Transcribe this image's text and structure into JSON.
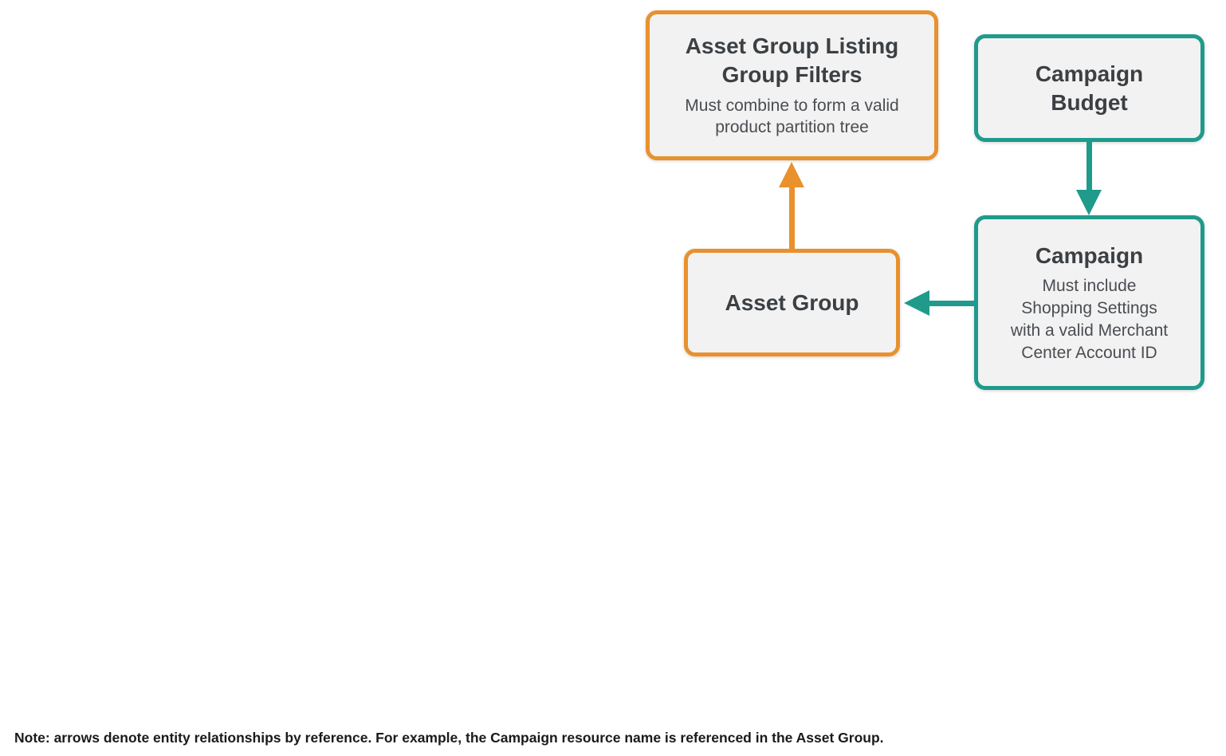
{
  "diagram": {
    "boxes": {
      "listing_group_filters": {
        "title": "Asset Group Listing Group Filters",
        "subtitle": "Must combine to form a valid product partition tree"
      },
      "campaign_budget": {
        "title": "Campaign Budget"
      },
      "campaign": {
        "title": "Campaign",
        "subtitle": "Must include Shopping Settings with a valid Merchant Center Account ID"
      },
      "asset_group": {
        "title": "Asset Group"
      }
    },
    "note": "Note: arrows denote entity relationships by reference. For example, the Campaign resource name is referenced in the Asset Group."
  },
  "colors": {
    "orange": "#E8912D",
    "teal": "#1F9A8B",
    "box_fill": "#F2F2F3",
    "title_text": "#3C4043",
    "subtitle_text": "#4A4D51",
    "note_text": "#1A1A1A"
  }
}
